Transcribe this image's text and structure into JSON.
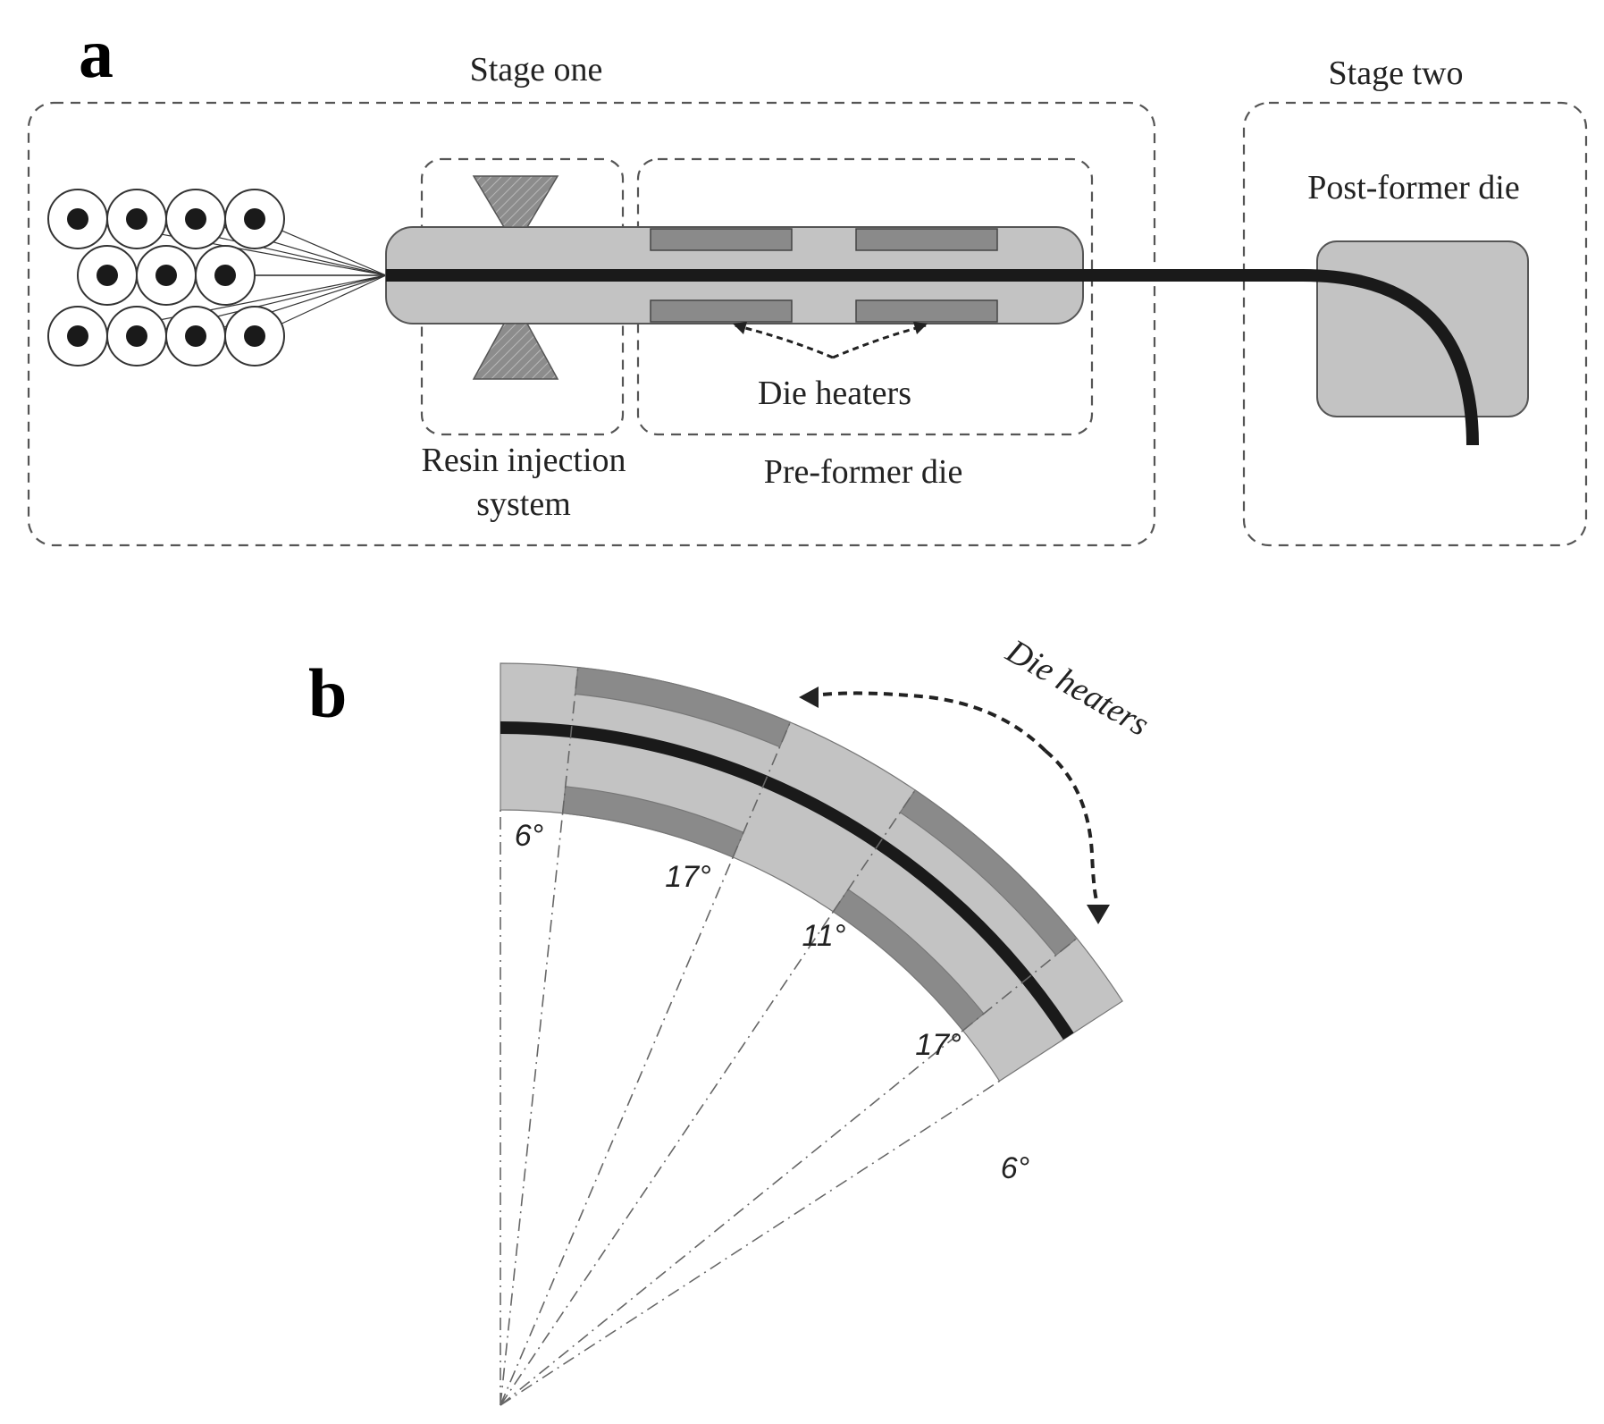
{
  "panel_a": {
    "letter": "a",
    "stage_one": "Stage one",
    "stage_two": "Stage two",
    "post_former_die": "Post-former die",
    "die_heaters": "Die heaters",
    "resin_injection_line1": "Resin injection",
    "resin_injection_line2": "system",
    "pre_former_die": "Pre-former die"
  },
  "panel_b": {
    "letter": "b",
    "die_heaters": "Die heaters",
    "angles": [
      "6°",
      "17°",
      "11°",
      "17°",
      "6°"
    ]
  },
  "colors": {
    "die_light": "#c3c3c3",
    "heater_dark": "#8a8a8a",
    "profile": "#1a1a1a",
    "outline": "#555555"
  }
}
